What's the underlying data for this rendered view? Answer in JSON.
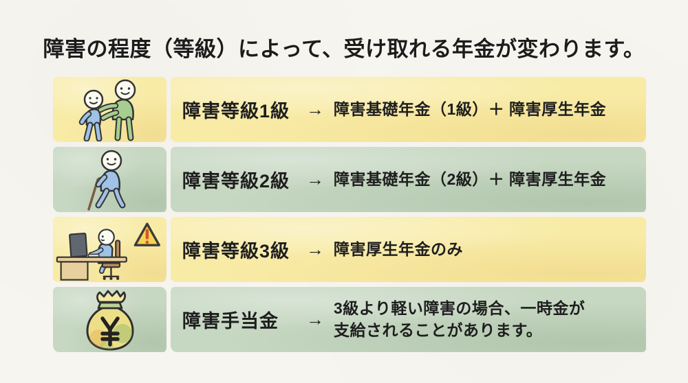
{
  "page": {
    "title": "障害の程度（等級）によって、受け取れる年金が変わります。",
    "background_color": "#f7f5ef",
    "text_color": "#1c1c1c"
  },
  "colors": {
    "row_yellow": "#f8eba6",
    "row_green": "#c6d7c2",
    "person_blue": "#9fc2e6",
    "person_green": "#a7ce90",
    "wood_tan": "#e8cf9e",
    "chair_brown": "#b98a5a",
    "warning_yellow": "#f6d351",
    "warning_red": "#d8542e",
    "bag_yellow": "#eddf87"
  },
  "rows": [
    {
      "icon": "caregiver-support-icon",
      "label": "障害等級1級",
      "arrow": "→",
      "value": "障害基礎年金（1級）＋ 障害厚生年金",
      "value_line2": "",
      "theme": "yellow"
    },
    {
      "icon": "walking-cane-icon",
      "label": "障害等級2級",
      "arrow": "→",
      "value": "障害基礎年金（2級）＋ 障害厚生年金",
      "value_line2": "",
      "theme": "green"
    },
    {
      "icon": "desk-computer-warning-icon",
      "label": "障害等級3級",
      "arrow": "→",
      "value": "障害厚生年金のみ",
      "value_line2": "",
      "theme": "yellow"
    },
    {
      "icon": "money-bag-yen-icon",
      "label": "障害手当金",
      "arrow": "→",
      "value": "3級より軽い障害の場合、一時金が",
      "value_line2": "支給されることがあります。",
      "theme": "green"
    }
  ]
}
